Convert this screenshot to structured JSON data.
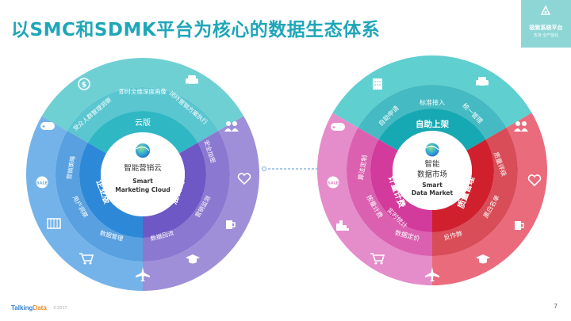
{
  "title": "以SMC和SDMK平台为核心的数据生态体系",
  "badge": {
    "line1": "极致系统平台",
    "line2": "支持 全产能化"
  },
  "footer": {
    "logo_part1": "Talking",
    "logo_part2": "Data",
    "note": "©2017",
    "page": "7"
  },
  "connector": "dashed-line",
  "left_diagram": {
    "center_line1": "智能营销云",
    "center_line2": "Smart",
    "center_line3": "Marketing Cloud",
    "inner_sectors": [
      {
        "label": "云版",
        "color": "#2fb8c4"
      },
      {
        "label": "混合云",
        "color": "#6e58c6"
      },
      {
        "label": "企业版",
        "color": "#2e88d8"
      }
    ],
    "outer_labels": [
      "即时全维深度画像",
      "闭环营销方案执行",
      "安全加密",
      "营销监测",
      "数据回流",
      "数据管理",
      "用户洞察",
      "营销策略",
      "受众人群管理洞察"
    ],
    "icons": [
      "dollar-icon",
      "car-icon",
      "people-icon",
      "heart-icon",
      "beer-icon",
      "graduation-icon",
      "airplane-icon",
      "cart-icon",
      "building-icon",
      "sale-tag-icon",
      "gamepad-icon"
    ],
    "colors": {
      "top": "#6fd0d4",
      "right": "#9e8fd8",
      "left": "#74b3ea"
    }
  },
  "right_diagram": {
    "center_line1": "智能",
    "center_line2": "数据市场",
    "center_line3": "Smart",
    "center_line4": "Data Market",
    "inner_sectors": [
      {
        "label": "自助上架",
        "color": "#17a9b3"
      },
      {
        "label": "质量管理",
        "color": "#d0202e"
      },
      {
        "label": "计量计费",
        "color": "#d23a9c"
      }
    ],
    "outer_labels": [
      "标准接入",
      "统一管理",
      "自助申请",
      "质量评级",
      "黑白名单",
      "反作弊",
      "数据定价",
      "按量计费",
      "算法定制",
      "实时统计"
    ],
    "icons": [
      "building-icon",
      "car-icon",
      "people-icon",
      "heart-icon",
      "beer-icon",
      "graduation-icon",
      "airplane-icon",
      "cart-icon",
      "city-icon",
      "sale-tag-icon",
      "gamepad-icon"
    ],
    "colors": {
      "top": "#5fcfd0",
      "right": "#ea6b7c",
      "left": "#e58cca"
    }
  }
}
